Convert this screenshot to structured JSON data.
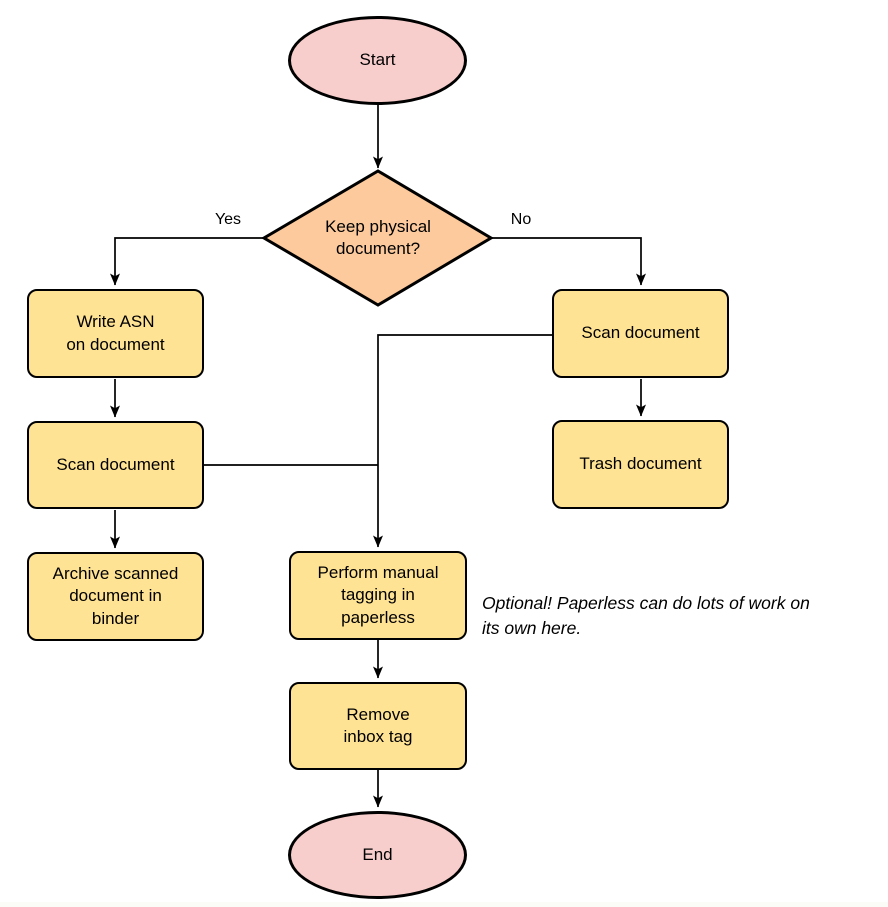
{
  "diagram": {
    "type": "flowchart",
    "colors": {
      "terminator_fill": "#f8cecc",
      "decision_fill": "#fcca9c",
      "process_fill": "#ffe394",
      "stroke": "#000000",
      "background": "#ffffff"
    },
    "nodes": {
      "start": {
        "label": "Start",
        "shape": "ellipse"
      },
      "decision": {
        "label": "Keep physical\ndocument?",
        "shape": "diamond"
      },
      "write_asn": {
        "label": "Write ASN\non document",
        "shape": "process"
      },
      "scan_left": {
        "label": "Scan document",
        "shape": "process"
      },
      "archive": {
        "label": "Archive scanned\ndocument in\nbinder",
        "shape": "process"
      },
      "scan_right": {
        "label": "Scan document",
        "shape": "process"
      },
      "trash": {
        "label": "Trash document",
        "shape": "process"
      },
      "tagging": {
        "label": "Perform manual\ntagging in\npaperless",
        "shape": "process"
      },
      "remove_inbox": {
        "label": "Remove\ninbox tag",
        "shape": "process"
      },
      "end": {
        "label": "End",
        "shape": "ellipse"
      }
    },
    "edge_labels": {
      "yes": "Yes",
      "no": "No"
    },
    "edges": [
      {
        "from": "start",
        "to": "decision",
        "label": ""
      },
      {
        "from": "decision",
        "to": "write_asn",
        "label": "Yes"
      },
      {
        "from": "decision",
        "to": "scan_right",
        "label": "No"
      },
      {
        "from": "write_asn",
        "to": "scan_left",
        "label": ""
      },
      {
        "from": "scan_left",
        "to": "archive",
        "label": ""
      },
      {
        "from": "scan_right",
        "to": "trash",
        "label": ""
      },
      {
        "from": "scan_right",
        "to": "tagging",
        "label": ""
      },
      {
        "from": "scan_left",
        "to": "tagging",
        "label": ""
      },
      {
        "from": "tagging",
        "to": "remove_inbox",
        "label": ""
      },
      {
        "from": "remove_inbox",
        "to": "end",
        "label": ""
      }
    ],
    "note": {
      "text": "Optional! Paperless can do lots of work on\nits own here."
    }
  }
}
